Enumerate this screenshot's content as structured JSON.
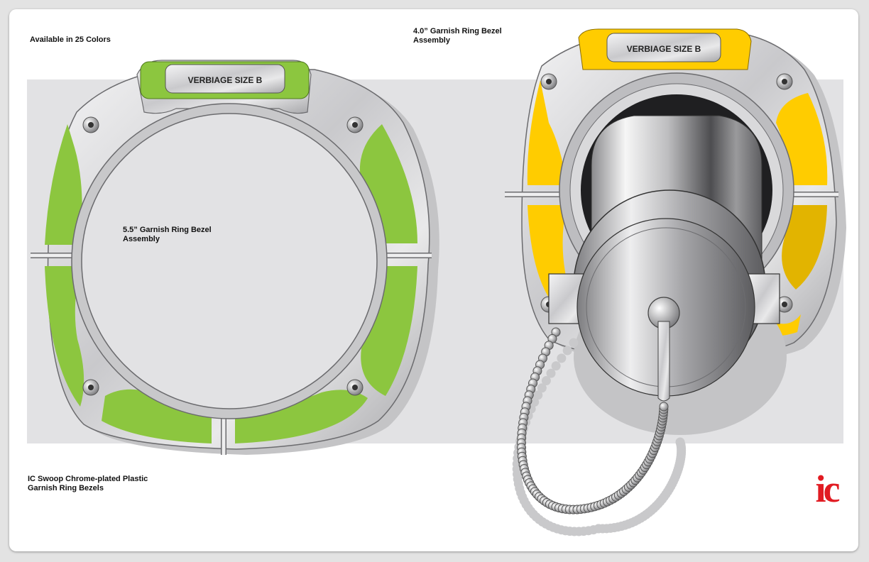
{
  "captions": {
    "available_colors": "Available in 25 Colors",
    "bezel_4_0": "4.0” Garnish Ring Bezel\nAssembly",
    "bezel_5_5": "5.5” Garnish Ring Bezel\nAssembly",
    "product_line": "IC Swoop Chrome-plated Plastic\nGarnish Ring Bezels"
  },
  "left_bezel": {
    "plate_label": "VERBIAGE SIZE B",
    "accent_color": "#8cc63f"
  },
  "right_bezel": {
    "plate_label": "VERBIAGE SIZE B",
    "accent_color": "#ffcc00"
  },
  "logo": {
    "text": "ic",
    "color": "#e11b22"
  }
}
